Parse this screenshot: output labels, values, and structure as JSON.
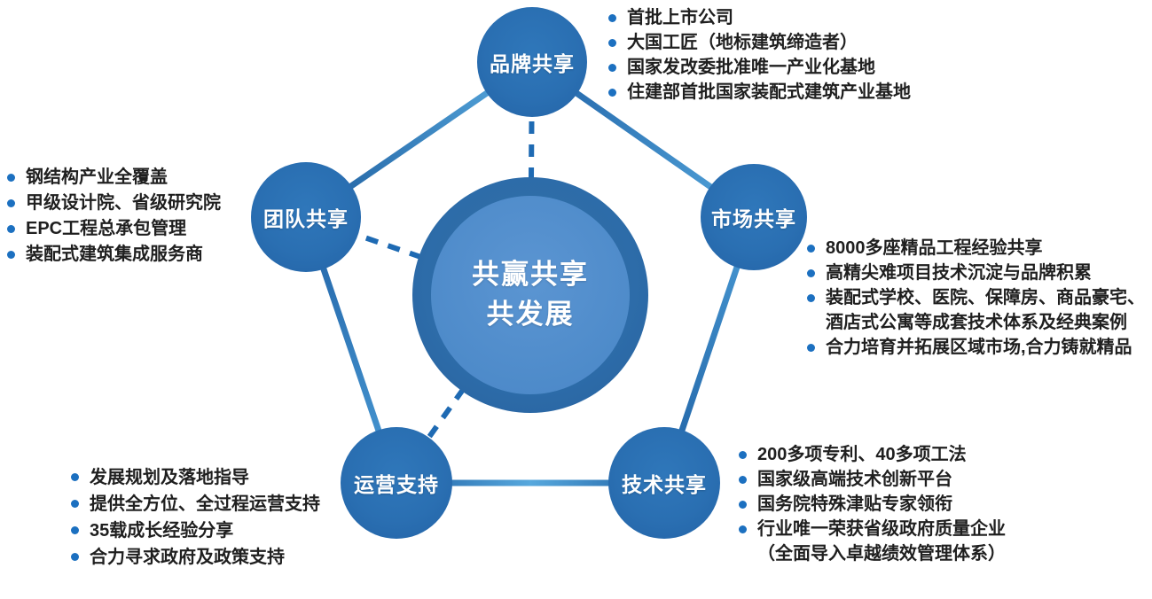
{
  "center": {
    "label": "共赢共享\n共发展"
  },
  "nodes": {
    "brand": {
      "label": "品牌共享"
    },
    "team": {
      "label": "团队共享"
    },
    "market": {
      "label": "市场共享"
    },
    "operations": {
      "label": "运营支持"
    },
    "tech": {
      "label": "技术共享"
    }
  },
  "lists": {
    "brand": {
      "items": [
        "首批上市公司",
        "大国工匠（地标建筑缔造者）",
        "国家发改委批准唯一产业化基地",
        "住建部首批国家装配式建筑产业基地"
      ]
    },
    "team": {
      "items": [
        "钢结构产业全覆盖",
        "甲级设计院、省级研究院",
        "EPC工程总承包管理",
        "装配式建筑集成服务商"
      ]
    },
    "market": {
      "items": [
        "8000多座精品工程经验共享",
        "高精尖难项目技术沉淀与品牌积累",
        "装配式学校、医院、保障房、商品豪宅、\n酒店式公寓等成套技术体系及经典案例",
        "合力培育并拓展区域市场,合力铸就精品"
      ]
    },
    "operations": {
      "items": [
        "发展规划及落地指导",
        "提供全方位、全过程运营支持",
        "35载成长经验分享",
        "合力寻求政府及政策支持"
      ]
    },
    "tech": {
      "items": [
        "200多项专利、40多项工法",
        "国家级高端技术创新平台",
        "国务院特殊津贴专家领衔",
        "行业唯一荣获省级政府质量企业\n（全面导入卓越绩效管理体系）"
      ]
    }
  },
  "colors": {
    "satellite_fill": "#2B71B4",
    "center_ring": "#2D6CA9",
    "center_inner": "#4E8BCA",
    "bullet": "#1C70C0",
    "text": "#1F1F1F",
    "edge_dark": "#1E5E9F",
    "edge_light": "#55A7DC",
    "dashed_line": "#1E6AB3"
  }
}
